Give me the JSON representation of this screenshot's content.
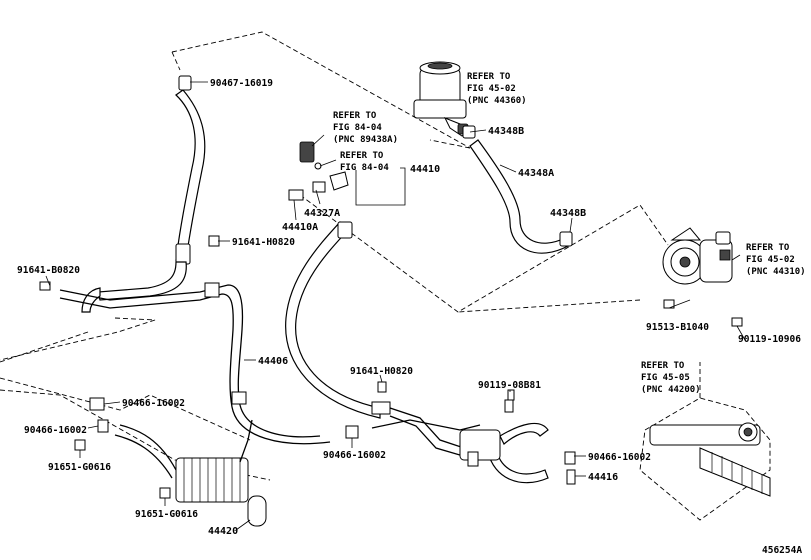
{
  "diagram_id": "456254A",
  "refer_boxes": [
    {
      "key": "r1",
      "lines": [
        "REFER TO",
        "FIG 45-02",
        "(PNC 44360)"
      ]
    },
    {
      "key": "r2",
      "lines": [
        "REFER TO",
        "FIG 84-04",
        "(PNC 89438A)"
      ]
    },
    {
      "key": "r3",
      "lines": [
        "REFER TO",
        "FIG 84-04"
      ]
    },
    {
      "key": "r4",
      "lines": [
        "REFER TO",
        "FIG 45-02",
        "(PNC 44310)"
      ]
    },
    {
      "key": "r5",
      "lines": [
        "REFER TO",
        "FIG 45-05",
        "(PNC 44200)"
      ]
    }
  ],
  "part_numbers": {
    "p90467_16019": "90467-16019",
    "p44348B_top": "44348B",
    "p44348A": "44348A",
    "p44348B_mid": "44348B",
    "p44410": "44410",
    "p44327A": "44327A",
    "p44410A": "44410A",
    "p91641_H0820_a": "91641-H0820",
    "p91641_B0820": "91641-B0820",
    "p44406": "44406",
    "p91513_B1040": "91513-B1040",
    "p90119_10906": "90119-10906",
    "p91641_H0820_b": "91641-H0820",
    "p90119_08B81": "90119-08B81",
    "p90466_16002_a": "90466-16002",
    "p90466_16002_b": "90466-16002",
    "p90466_16002_c": "90466-16002",
    "p90466_16002_d": "90466-16002",
    "p91651_G0616_a": "91651-G0616",
    "p91651_G0616_b": "91651-G0616",
    "p44420": "44420",
    "p44416": "44416"
  }
}
